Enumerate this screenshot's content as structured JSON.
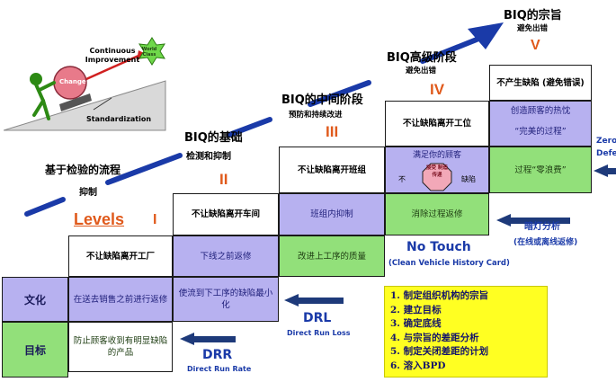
{
  "stages": [
    {
      "title": "BIQ的基础",
      "subtitle": "检测和抑制",
      "roman": "II"
    },
    {
      "title": "BIQ的中间阶段",
      "subtitle": "预防和持续改进",
      "roman": "III"
    },
    {
      "title": "BIQ高级阶段",
      "subtitle": "避免出错",
      "roman": "IV"
    },
    {
      "title": "BIQ的宗旨",
      "subtitle": "避免出错",
      "roman": "V"
    }
  ],
  "level1": {
    "title": "基于检验的流程",
    "subtitle": "抑制",
    "levels_label": "Levels",
    "roman": "I"
  },
  "columns": [
    {
      "header": "不让缺陷离开工厂",
      "lav": "在送去销售之前进行返修",
      "green": "防止顾客收到有明显缺陷的产品"
    },
    {
      "header": "不让缺陷离开车间",
      "top": "下线之前返修",
      "lav": "使流到下工序的缺陷最小化"
    },
    {
      "header": "不让缺陷离开班组",
      "lav": "班组内抑制",
      "green": "改进上工序的质量"
    },
    {
      "header": "不让缺陷离开工位",
      "lav": "满足你的顾客",
      "green": "消除过程返修",
      "octagon": "接受 制造 传递",
      "left_word": "不",
      "right_word": "缺陷"
    },
    {
      "header": "不产生缺陷 (避免错误)",
      "lav": "创造顾客的热忱",
      "lav2": "“完美的过程”",
      "green": "过程“零浪费”"
    }
  ],
  "row_labels": {
    "culture": "文化",
    "target": "目标"
  },
  "arrows": {
    "drr": "DRR",
    "drr_sub": "Direct Run Rate",
    "drl": "DRL",
    "drl_sub": "Direct Run Loss",
    "no_touch": "No Touch",
    "no_touch_sub": "(Clean Vehicle  History Card)",
    "dark_light": "暗灯分析",
    "dark_light_sub": "(在线或离线返修)",
    "zero_defect": "Zero Defect"
  },
  "cartoon": {
    "continuous": "Continuous",
    "improvement": "Improvement",
    "standardization": "Standardization",
    "change": "Change",
    "world_class": "World Class"
  },
  "steps_list": [
    "1. 制定组织机构的宗旨",
    "2. 建立目标",
    "3. 确定底线",
    "4. 与宗旨的差距分析",
    "5. 制定关闭差距的计划",
    "6. 溶入BPD"
  ],
  "colors": {
    "accent_orange": "#e05a1c",
    "blue": "#1a3aa8",
    "lavender": "#b7b1f0",
    "green": "#92e07a",
    "yellow": "#ffff22"
  }
}
